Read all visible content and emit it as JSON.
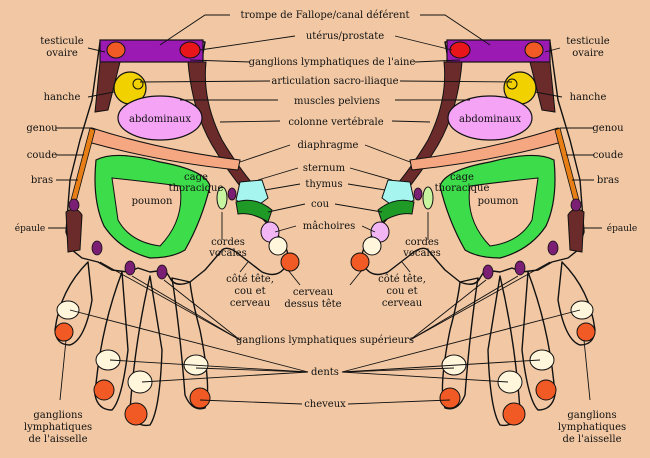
{
  "colors": {
    "background": "#f2c8a4",
    "purple_band": "#9a1ab3",
    "orange_spot": "#f15a24",
    "red_spot": "#e8161b",
    "yellow": "#f2d100",
    "brown": "#6b2b2b",
    "pink": "#f5a3f5",
    "green": "#3ddc4a",
    "salmon_band": "#f4a781",
    "cream": "#fff6dc",
    "cyan": "#a6f5ef",
    "light_green": "#c8f5a0",
    "dark_green": "#1f9a26",
    "lilac": "#f2b6f5",
    "orange_strip": "#e87e16",
    "dark_purple": "#7a1f73"
  },
  "labels": {
    "trompe": "trompe de Fallope/canal déférent",
    "uterus": "utérus/prostate",
    "ganglions_aine": "ganglions lymphatiques de l'aine",
    "sacro": "articulation sacro-iliaque",
    "pelviens": "muscles pelviens",
    "colonne": "colonne vertébrale",
    "diaphragme": "diaphragme",
    "sternum": "sternum",
    "thymus": "thymus",
    "cou": "cou",
    "machoires": "mâchoires",
    "testicule": "testicule",
    "ovaire": "ovaire",
    "hanche": "hanche",
    "genou": "genou",
    "coude": "coude",
    "bras": "bras",
    "epaule": "épaule",
    "abdominaux": "abdominaux",
    "cage": "cage",
    "thoracique": "thoracique",
    "poumon": "poumon",
    "cordes": "cordes",
    "vocales": "vocales",
    "cote_tete_1": "côté tête,",
    "cote_tete_2": "cou et",
    "cote_tete_3": "cerveau",
    "cerveau": "cerveau",
    "dessus_tete": "dessus tête",
    "ganglions_sup": "ganglions lymphatiques supérieurs",
    "dents": "dents",
    "cheveux": "cheveux",
    "ganglions_1": "ganglions",
    "ganglions_2": "lymphatiques",
    "ganglions_3": "de l'aisselle"
  }
}
